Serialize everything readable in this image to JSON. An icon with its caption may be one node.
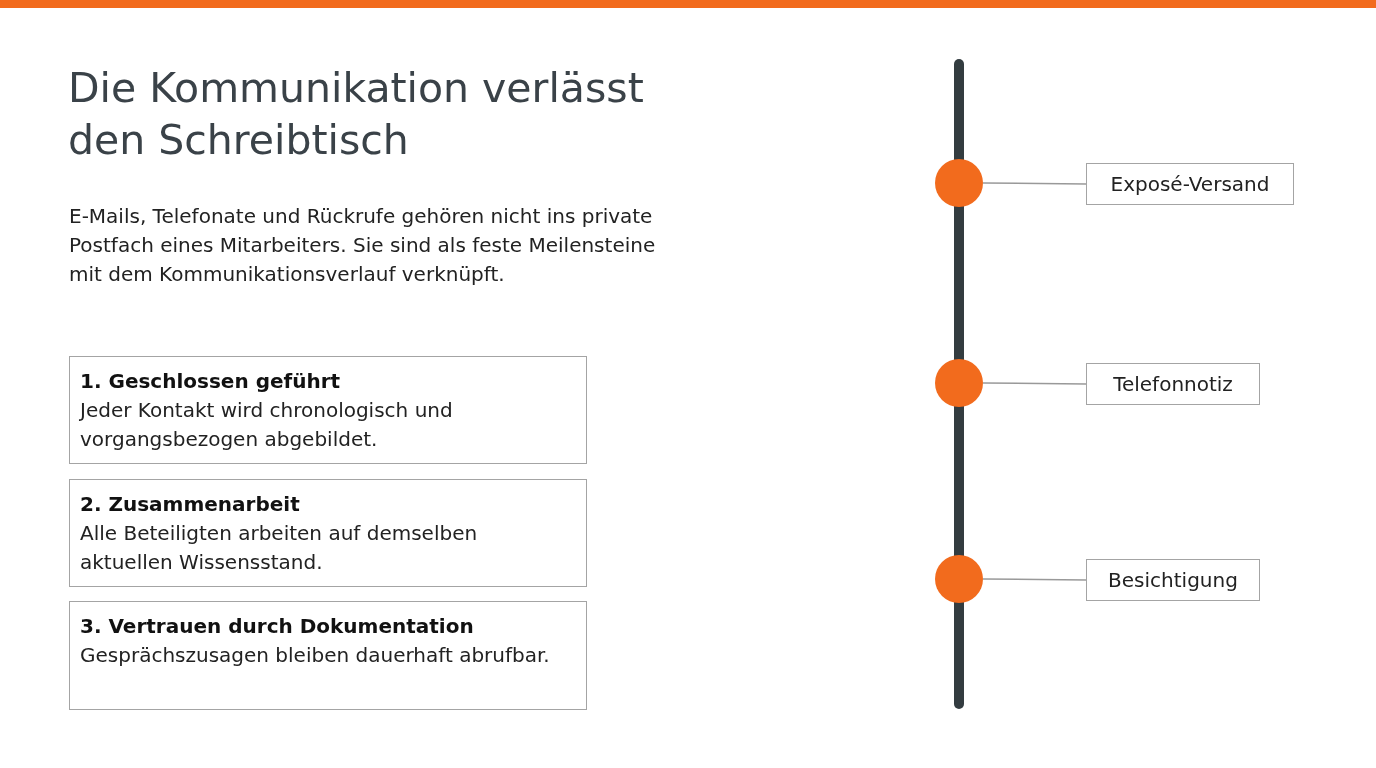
{
  "diagram": {
    "title": "Die Kommunikation verlässt den Schreibtisch",
    "nodes": [
      {
        "text": [
          "1. Geschlossen geführt",
          "Jeder Kontakt wird chronologisch und vorgangsbezogen abgebildet."
        ]
      },
      {
        "text": [
          "2. Zusammenarbeit",
          "Alle Beteiligten arbeiten auf demselben aktuellen Wissensstand."
        ]
      },
      {
        "text": [
          "3. Vertrauen durch Dokumentation",
          "Gesprächszusagen bleiben dauerhaft abrufbar."
        ]
      },
      {
        "text": [],
        "shape": "circle"
      },
      {
        "text": [
          "Exposé-Versand"
        ]
      },
      {
        "text": [],
        "shape": "circle"
      },
      {
        "text": [
          "Telefonnotiz"
        ]
      },
      {
        "text": [],
        "shape": "circle"
      },
      {
        "text": [
          "Besichtigung"
        ]
      }
    ],
    "edges": [
      {
        "from": 3,
        "to": 4,
        "arrow": "none"
      },
      {
        "from": 5,
        "to": 6,
        "arrow": "none"
      },
      {
        "from": 7,
        "to": 8,
        "arrow": "none"
      }
    ],
    "labels": [
      "E-Mails, Telefonate und Rückrufe gehören nicht ins private Postfach eines Mitarbeiters. Sie sind als feste Meilensteine mit dem Kommunikationsverlauf verknüpft."
    ]
  }
}
